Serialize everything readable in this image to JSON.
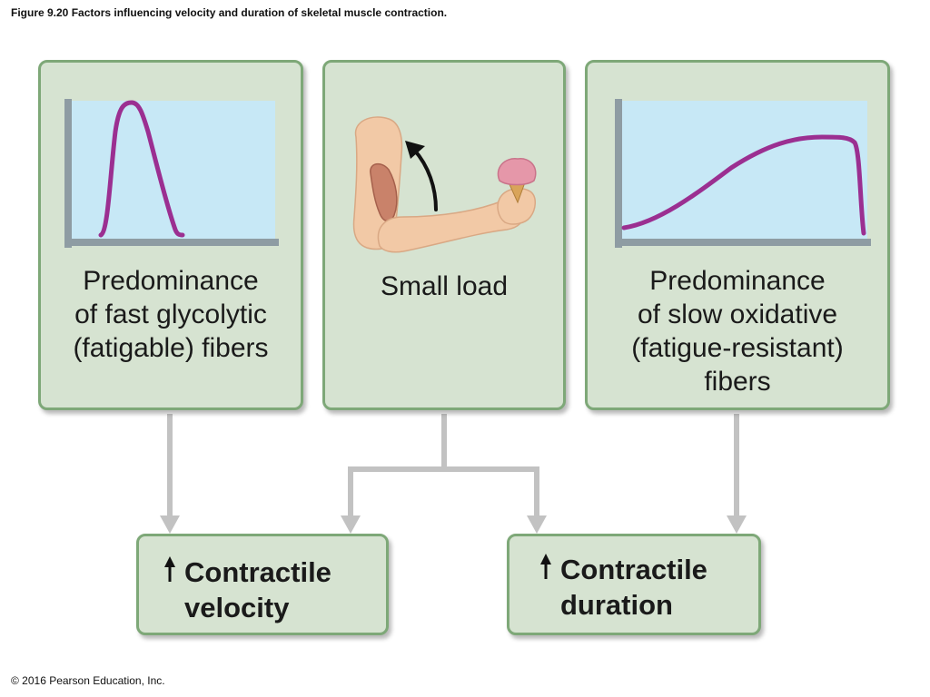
{
  "figure_title": "Figure 9.20 Factors influencing velocity and duration of skeletal muscle contraction.",
  "copyright": "© 2016 Pearson Education, Inc.",
  "factors": {
    "fast": {
      "lines": [
        "Predominance",
        "of fast glycolytic",
        "(fatigable) fibers"
      ]
    },
    "load": {
      "lines": [
        "Small load"
      ]
    },
    "slow": {
      "lines": [
        "Predominance",
        "of slow oxidative",
        "(fatigue-resistant)",
        "fibers"
      ]
    }
  },
  "results": {
    "velocity": {
      "lines": [
        "Contractile",
        "velocity"
      ],
      "indicator": "up-arrow"
    },
    "duration": {
      "lines": [
        "Contractile",
        "duration"
      ],
      "indicator": "up-arrow"
    }
  },
  "colors": {
    "box_fill": "#d6e3d1",
    "box_border": "#7ea878",
    "graph_bg": "#c7e8f6",
    "curve": "#9b2f91",
    "connector": "#c2c2c2"
  }
}
